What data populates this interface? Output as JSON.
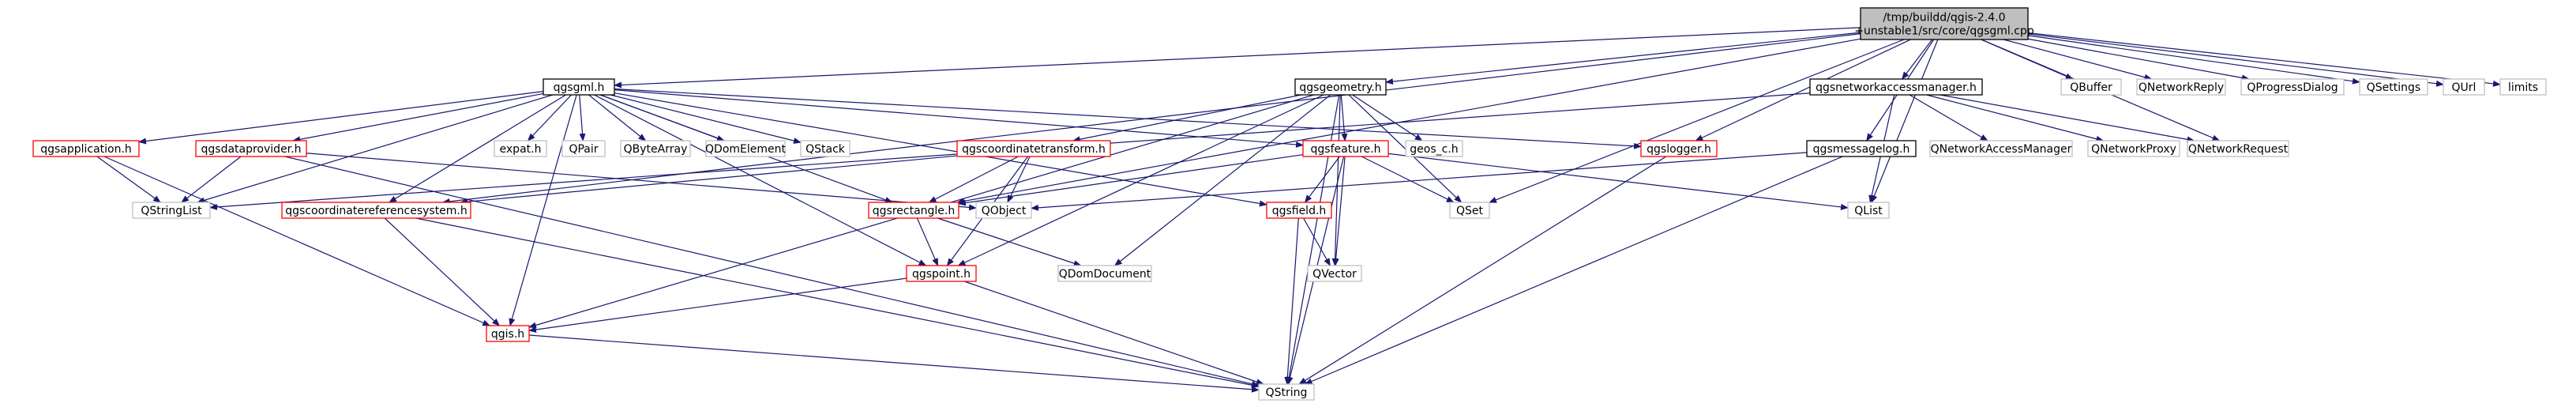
{
  "graph": {
    "nodes": [
      {
        "id": "root",
        "label": [
          "/tmp/buildd/qgis-2.4.0",
          "+unstable1/src/core/qgsgml.cpp"
        ],
        "style": "root"
      },
      {
        "id": "qgsgml_h",
        "label": [
          "qgsgml.h"
        ],
        "style": "black"
      },
      {
        "id": "qgsgeometry_h",
        "label": [
          "qgsgeometry.h"
        ],
        "style": "black"
      },
      {
        "id": "qgsnam_h",
        "label": [
          "qgsnetworkaccessmanager.h"
        ],
        "style": "black"
      },
      {
        "id": "QBuffer",
        "label": [
          "QBuffer"
        ],
        "style": "gray"
      },
      {
        "id": "QNetworkReply",
        "label": [
          "QNetworkReply"
        ],
        "style": "gray"
      },
      {
        "id": "QProgressDialog",
        "label": [
          "QProgressDialog"
        ],
        "style": "gray"
      },
      {
        "id": "QSettings",
        "label": [
          "QSettings"
        ],
        "style": "gray"
      },
      {
        "id": "QUrl",
        "label": [
          "QUrl"
        ],
        "style": "gray"
      },
      {
        "id": "limits",
        "label": [
          "limits"
        ],
        "style": "gray"
      },
      {
        "id": "qgsapplication_h",
        "label": [
          "qgsapplication.h"
        ],
        "style": "red"
      },
      {
        "id": "qgsdataprovider_h",
        "label": [
          "qgsdataprovider.h"
        ],
        "style": "red"
      },
      {
        "id": "expat_h",
        "label": [
          "expat.h"
        ],
        "style": "gray"
      },
      {
        "id": "QPair",
        "label": [
          "QPair"
        ],
        "style": "gray"
      },
      {
        "id": "QByteArray",
        "label": [
          "QByteArray"
        ],
        "style": "gray"
      },
      {
        "id": "QDomElement",
        "label": [
          "QDomElement"
        ],
        "style": "gray"
      },
      {
        "id": "QStack",
        "label": [
          "QStack"
        ],
        "style": "gray"
      },
      {
        "id": "qgscoordtrans_h",
        "label": [
          "qgscoordinatetransform.h"
        ],
        "style": "red"
      },
      {
        "id": "qgsfeature_h",
        "label": [
          "qgsfeature.h"
        ],
        "style": "red"
      },
      {
        "id": "geos_c_h",
        "label": [
          "geos_c.h"
        ],
        "style": "gray"
      },
      {
        "id": "qgslogger_h",
        "label": [
          "qgslogger.h"
        ],
        "style": "red"
      },
      {
        "id": "qgsmessagelog_h",
        "label": [
          "qgsmessagelog.h"
        ],
        "style": "black"
      },
      {
        "id": "QNetworkAccessManager",
        "label": [
          "QNetworkAccessManager"
        ],
        "style": "gray"
      },
      {
        "id": "QNetworkProxy",
        "label": [
          "QNetworkProxy"
        ],
        "style": "gray"
      },
      {
        "id": "QNetworkRequest",
        "label": [
          "QNetworkRequest"
        ],
        "style": "gray"
      },
      {
        "id": "QStringList",
        "label": [
          "QStringList"
        ],
        "style": "gray"
      },
      {
        "id": "qgscrs_h",
        "label": [
          "qgscoordinatereferencesystem.h"
        ],
        "style": "red"
      },
      {
        "id": "QObject",
        "label": [
          "QObject"
        ],
        "style": "gray"
      },
      {
        "id": "qgsrectangle_h",
        "label": [
          "qgsrectangle.h"
        ],
        "style": "red"
      },
      {
        "id": "qgsfield_h",
        "label": [
          "qgsfield.h"
        ],
        "style": "red"
      },
      {
        "id": "QSet",
        "label": [
          "QSet"
        ],
        "style": "gray"
      },
      {
        "id": "QList",
        "label": [
          "QList"
        ],
        "style": "gray"
      },
      {
        "id": "QDomDocument",
        "label": [
          "QDomDocument"
        ],
        "style": "gray"
      },
      {
        "id": "qgspoint_h",
        "label": [
          "qgspoint.h"
        ],
        "style": "red"
      },
      {
        "id": "QVector",
        "label": [
          "QVector"
        ],
        "style": "gray"
      },
      {
        "id": "qgis_h",
        "label": [
          "qgis.h"
        ],
        "style": "red"
      },
      {
        "id": "QString",
        "label": [
          "QString"
        ],
        "style": "gray"
      }
    ],
    "edges": [
      [
        "root",
        "qgsgml_h"
      ],
      [
        "root",
        "qgsgeometry_h"
      ],
      [
        "root",
        "qgsnam_h"
      ],
      [
        "root",
        "QBuffer"
      ],
      [
        "root",
        "QNetworkReply"
      ],
      [
        "root",
        "QProgressDialog"
      ],
      [
        "root",
        "QSettings"
      ],
      [
        "root",
        "QUrl"
      ],
      [
        "root",
        "limits"
      ],
      [
        "root",
        "qgslogger_h"
      ],
      [
        "root",
        "qgsmessagelog_h"
      ],
      [
        "root",
        "QSet"
      ],
      [
        "root",
        "QList"
      ],
      [
        "root",
        "QNetworkRequest"
      ],
      [
        "root",
        "qgsrectangle_h"
      ],
      [
        "root",
        "qgscrs_h"
      ],
      [
        "qgsgml_h",
        "qgsapplication_h"
      ],
      [
        "qgsgml_h",
        "qgsdataprovider_h"
      ],
      [
        "qgsgml_h",
        "expat_h"
      ],
      [
        "qgsgml_h",
        "QPair"
      ],
      [
        "qgsgml_h",
        "QByteArray"
      ],
      [
        "qgsgml_h",
        "QDomElement"
      ],
      [
        "qgsgml_h",
        "QStack"
      ],
      [
        "qgsgml_h",
        "qgsfeature_h"
      ],
      [
        "qgsgml_h",
        "qgslogger_h"
      ],
      [
        "qgsgml_h",
        "QStringList"
      ],
      [
        "qgsgml_h",
        "qgscrs_h"
      ],
      [
        "qgsgml_h",
        "qgsrectangle_h"
      ],
      [
        "qgsgml_h",
        "qgsfield_h"
      ],
      [
        "qgsgml_h",
        "qgspoint_h"
      ],
      [
        "qgsgml_h",
        "qgis_h"
      ],
      [
        "qgsgeometry_h",
        "qgscoordtrans_h"
      ],
      [
        "qgsgeometry_h",
        "qgsfeature_h"
      ],
      [
        "qgsgeometry_h",
        "geos_c_h"
      ],
      [
        "qgsgeometry_h",
        "QSet"
      ],
      [
        "qgsgeometry_h",
        "QDomDocument"
      ],
      [
        "qgsgeometry_h",
        "qgspoint_h"
      ],
      [
        "qgsgeometry_h",
        "QVector"
      ],
      [
        "qgsgeometry_h",
        "qgis_h"
      ],
      [
        "qgsgeometry_h",
        "QString"
      ],
      [
        "qgsnam_h",
        "QNetworkAccessManager"
      ],
      [
        "qgsnam_h",
        "QNetworkProxy"
      ],
      [
        "qgsnam_h",
        "QNetworkRequest"
      ],
      [
        "qgsnam_h",
        "QList"
      ],
      [
        "qgsnam_h",
        "QStringList"
      ],
      [
        "qgsapplication_h",
        "QStringList"
      ],
      [
        "qgsapplication_h",
        "qgis_h"
      ],
      [
        "qgsdataprovider_h",
        "QStringList"
      ],
      [
        "qgsdataprovider_h",
        "QObject"
      ],
      [
        "qgsdataprovider_h",
        "QString"
      ],
      [
        "qgscoordtrans_h",
        "qgscrs_h"
      ],
      [
        "qgscoordtrans_h",
        "QObject"
      ],
      [
        "qgscoordtrans_h",
        "qgsrectangle_h"
      ],
      [
        "qgscoordtrans_h",
        "qgspoint_h"
      ],
      [
        "qgsfeature_h",
        "qgsrectangle_h"
      ],
      [
        "qgsfeature_h",
        "qgsfield_h"
      ],
      [
        "qgsfeature_h",
        "QSet"
      ],
      [
        "qgsfeature_h",
        "QList"
      ],
      [
        "qgsfeature_h",
        "QVector"
      ],
      [
        "qgsfeature_h",
        "QString"
      ],
      [
        "qgslogger_h",
        "QString"
      ],
      [
        "qgsmessagelog_h",
        "QString"
      ],
      [
        "qgsmessagelog_h",
        "QObject"
      ],
      [
        "qgscrs_h",
        "qgis_h"
      ],
      [
        "qgscrs_h",
        "QString"
      ],
      [
        "qgsrectangle_h",
        "qgspoint_h"
      ],
      [
        "qgsrectangle_h",
        "QDomDocument"
      ],
      [
        "qgsfield_h",
        "QVector"
      ],
      [
        "qgsfield_h",
        "QString"
      ],
      [
        "qgspoint_h",
        "qgis_h"
      ],
      [
        "qgspoint_h",
        "QString"
      ],
      [
        "qgis_h",
        "QString"
      ]
    ]
  }
}
